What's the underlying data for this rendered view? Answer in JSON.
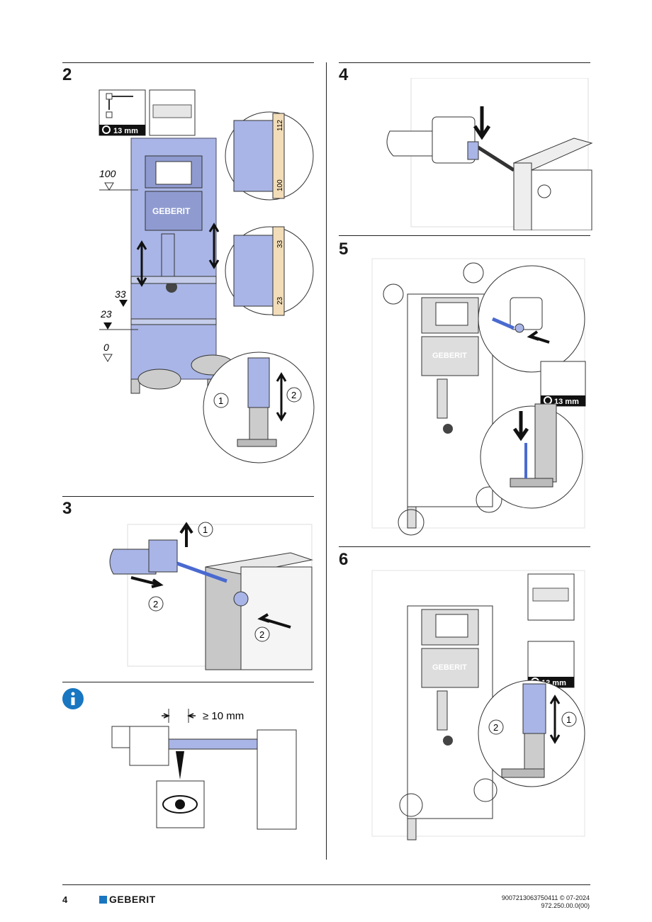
{
  "steps": {
    "s2": {
      "number": "2",
      "tool_label": "13 mm",
      "levels": [
        "100",
        "33",
        "23",
        "0"
      ],
      "ruler_top": [
        "112",
        "100"
      ],
      "ruler_bottom": [
        "33",
        "23"
      ],
      "callouts": [
        "1",
        "2"
      ],
      "brand": "GEBERIT"
    },
    "s3": {
      "number": "3",
      "callouts": [
        "1",
        "2",
        "2"
      ]
    },
    "s4": {
      "number": "4"
    },
    "s5": {
      "number": "5",
      "tool_label": "13 mm",
      "brand": "GEBERIT"
    },
    "s6": {
      "number": "6",
      "tool_label": "13 mm",
      "callouts": [
        "2",
        "1"
      ],
      "brand": "GEBERIT"
    }
  },
  "info": {
    "icon": "info-icon",
    "distance_label": "≥ 10 mm"
  },
  "footer": {
    "page_number": "4",
    "brand": "GEBERIT",
    "doc_code": "9007213063750411 © 07-2024",
    "doc_number": "972.250.00.0(00)"
  },
  "colors": {
    "frame_blue": "#a9b5e6",
    "brand_blue": "#1976c0",
    "gray": "#c8c8c8"
  }
}
